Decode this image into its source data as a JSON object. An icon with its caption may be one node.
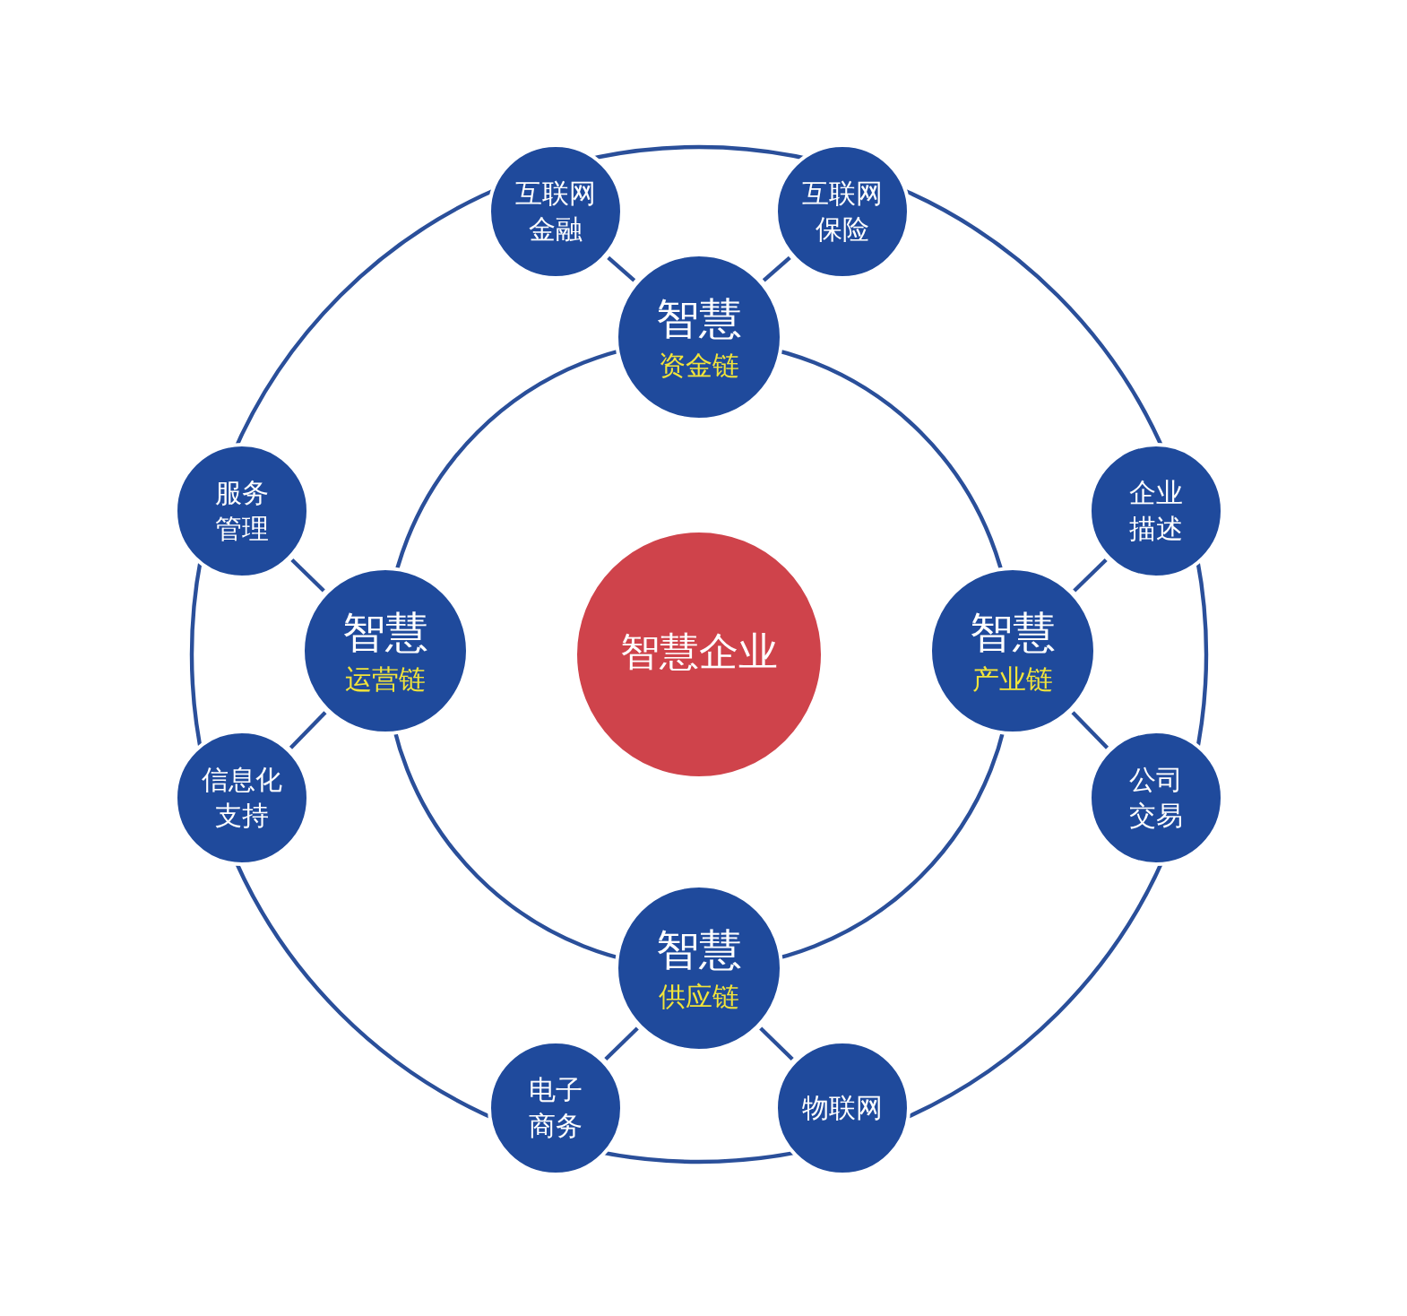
{
  "diagram": {
    "nodes": [
      {
        "text": [
          "互联网金融"
        ]
      },
      {
        "text": [
          "互联网保险"
        ]
      },
      {
        "text": [
          "智慧",
          "资金链"
        ]
      },
      {
        "text": [
          "服务管理"
        ]
      },
      {
        "text": [
          "企业描述"
        ]
      },
      {
        "text": [
          "智慧",
          "运营链"
        ]
      },
      {
        "text": [
          "智慧企业"
        ]
      },
      {
        "text": [
          "智慧",
          "产业链"
        ]
      },
      {
        "text": [
          "信息化支持"
        ]
      },
      {
        "text": [
          "公司交易"
        ]
      },
      {
        "text": [
          "智慧",
          "供应链"
        ]
      },
      {
        "text": [
          "电子商务"
        ]
      },
      {
        "text": [
          "物联网"
        ]
      }
    ],
    "edges": [
      {
        "from": 0,
        "to": 2,
        "arrow": "none"
      },
      {
        "from": 1,
        "to": 2,
        "arrow": "none"
      },
      {
        "from": 3,
        "to": 5,
        "arrow": "none"
      },
      {
        "from": 4,
        "to": 7,
        "arrow": "none"
      },
      {
        "from": 8,
        "to": 5,
        "arrow": "none"
      },
      {
        "from": 9,
        "to": 7,
        "arrow": "none"
      },
      {
        "from": 11,
        "to": 10,
        "arrow": "none"
      },
      {
        "from": 12,
        "to": 10,
        "arrow": "none"
      }
    ]
  }
}
